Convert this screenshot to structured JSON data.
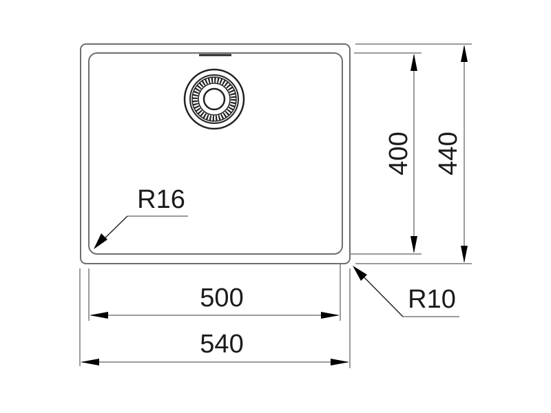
{
  "drawing": {
    "title": "Sink technical drawing",
    "units": "mm",
    "dimensions": {
      "inner_width": "500",
      "outer_width": "540",
      "inner_depth": "400",
      "outer_depth": "440",
      "inner_corner_radius": "R16",
      "outer_corner_radius": "R10"
    },
    "features": [
      "drain-strainer",
      "overflow-slot"
    ],
    "colors": {
      "line": "#6e6e6e",
      "arrow": "#000000",
      "text": "#1a1a1a",
      "background": "#ffffff"
    }
  }
}
